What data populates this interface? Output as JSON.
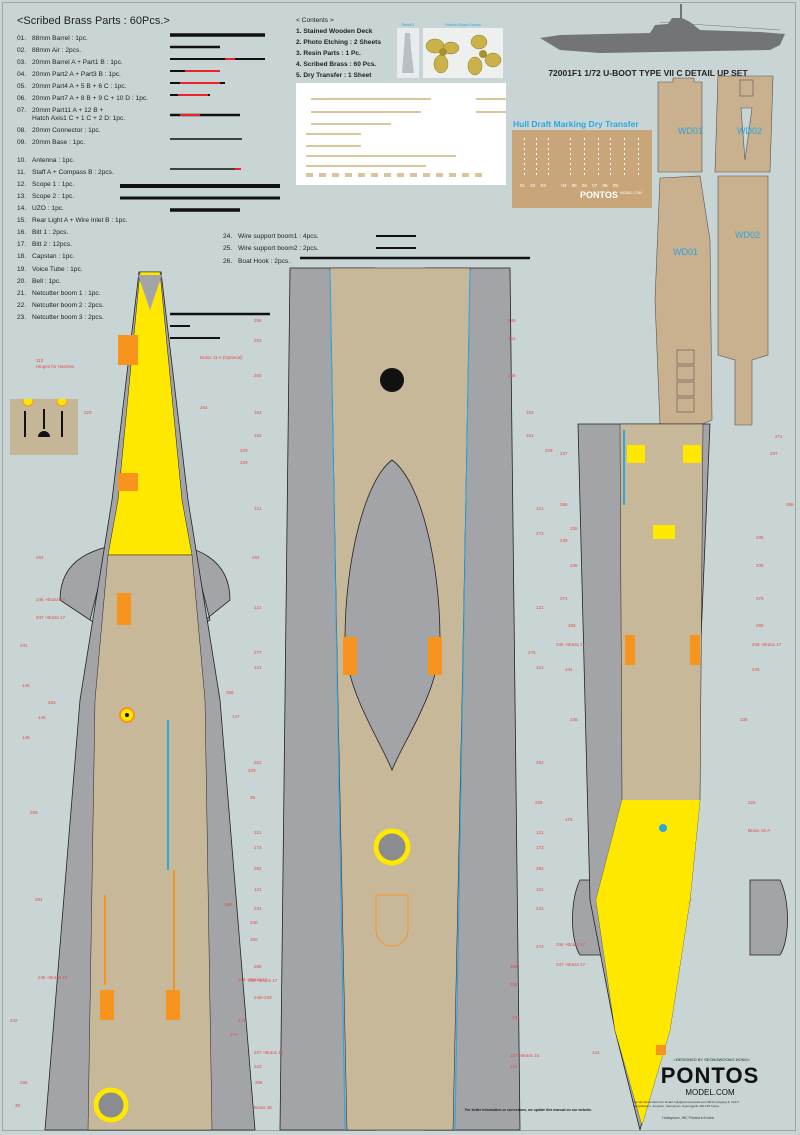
{
  "scribed_brass": {
    "title": "<Scribed Brass Parts : 60Pcs.>",
    "parts": [
      {
        "num": "01.",
        "label": "88mm Barrel : 1pc."
      },
      {
        "num": "02.",
        "label": "88mm Air : 2pcs."
      },
      {
        "num": "03.",
        "label": "20mm Barrel A + Part1 B : 1pc."
      },
      {
        "num": "04.",
        "label": "20mm Part2 A + Part3 B : 1pc."
      },
      {
        "num": "05.",
        "label": "20mm Part4 A + 5 B + 6 C : 1pc."
      },
      {
        "num": "06.",
        "label": "20mm Part7 A + 8 B + 9 C + 10 D : 1pc."
      },
      {
        "num": "07.",
        "label": "20mm Part11 A + 12 B +"
      },
      {
        "num": "",
        "label": "Hatch Axis1 C + 1 C + 2 D: 1pc."
      },
      {
        "num": "08.",
        "label": "20mm Connector : 1pc."
      },
      {
        "num": "09.",
        "label": "20mm Base : 1pc."
      },
      {
        "num": "10.",
        "label": "Antenna : 1pc."
      },
      {
        "num": "11.",
        "label": "Staff A + Compass B : 2pcs."
      },
      {
        "num": "12.",
        "label": "Scope 1 : 1pc."
      },
      {
        "num": "13.",
        "label": "Scope 2 : 1pc."
      },
      {
        "num": "14.",
        "label": "UZO : 1pc."
      },
      {
        "num": "15.",
        "label": "Rear Light A + Wire Inlet B : 1pc."
      },
      {
        "num": "16.",
        "label": "Bitt 1 : 2pcs."
      },
      {
        "num": "17.",
        "label": "Bitt 2 : 12pcs."
      },
      {
        "num": "18.",
        "label": "Capstan : 1pc."
      },
      {
        "num": "19.",
        "label": "Voice Tube : 1pc."
      },
      {
        "num": "20.",
        "label": "Bell : 1pc."
      },
      {
        "num": "21.",
        "label": "Netcutter boom 1 : 1pc."
      },
      {
        "num": "22.",
        "label": "Netcutter boom 2 : 2pcs."
      },
      {
        "num": "23.",
        "label": "Netcutter boom 3 : 2pcs."
      }
    ],
    "parts_extra": [
      {
        "num": "24.",
        "label": "Wire support boom1 : 4pcs."
      },
      {
        "num": "25.",
        "label": "Wire support boom2 : 2pcs."
      },
      {
        "num": "26.",
        "label": "Boat Hook : 2pcs."
      }
    ]
  },
  "contents": {
    "title": "< Contents >",
    "items": [
      "1. Stained Wooden Deck",
      "2. Photo Etching : 2 Sheets",
      "3. Resin Parts : 1 Pc.",
      "4. Scribed Brass : 60 Pcs.",
      "5. Dry Transfer : 1 Sheet"
    ],
    "resin_label": "Resin01",
    "propeller_label": "Polished Brass Screws"
  },
  "product_title": "72001F1   1/72 U-BOOT TYPE VII C DETAIL UP SET",
  "dry_transfer": {
    "title": "Hull Draft Marking Dry Transfer",
    "numbers": [
      "01",
      "02",
      "03",
      "04",
      "05",
      "06",
      "07",
      "08",
      "09"
    ],
    "brand": "PONTOS",
    "site": "MODEL.COM"
  },
  "wood_deck_labels": [
    "WD01",
    "WD02",
    "WD01",
    "WD02"
  ],
  "hinge_callout": {
    "num": "113",
    "label": "Hinges for Hatches"
  },
  "callouts_left": [
    "Brass 11-A (Optional)",
    "223",
    "264",
    "264",
    "264",
    "246 +Brass 17",
    "247 +Brass 17",
    "241",
    "146",
    "283",
    "145",
    "146",
    "268",
    "147",
    "269",
    "281",
    "284",
    "246 +Brass 17",
    "242",
    "246 +Brass 17",
    "243",
    "271",
    "286",
    "286",
    "38"
  ],
  "callouts_center": [
    "286",
    "286",
    "252",
    "251",
    "265",
    "266",
    "154",
    "153",
    "152",
    "151",
    "229",
    "229",
    "229",
    "121",
    "121",
    "273",
    "121",
    "121",
    "277",
    "276",
    "121",
    "121",
    "251",
    "252",
    "229",
    "229",
    "38",
    "121",
    "121",
    "173",
    "173",
    "282",
    "282",
    "121",
    "121",
    "231",
    "231",
    "230",
    "250",
    "272",
    "286",
    "286",
    "232",
    "246 +Brass 17",
    "248+249",
    "233",
    "227 +Brass 16",
    "227 +Brass 16",
    "222",
    "222",
    "Brass 26"
  ],
  "callouts_right": [
    "271",
    "237",
    "237",
    "286",
    "286",
    "236",
    "236",
    "239",
    "236",
    "236",
    "274",
    "275",
    "269",
    "268",
    "246 +Brass 17",
    "246 +Brass 17",
    "244",
    "245",
    "236",
    "236",
    "225",
    "175",
    "Brass 15-A",
    "246 +Brass 17",
    "247 +Brass 17",
    "144"
  ],
  "footer": {
    "note": "For better information or corrections, we update this manual on our website.",
    "designer": "<DESIGNED BY SEONGWOONG HONG>",
    "logo": "PONTOS",
    "logo_sub": "MODEL.COM",
    "address": "http://pontosmodel.com  Email: help@pontosmodel.com #R10 Jungang 5, 144-5 Sangdaewon, Jungwon, Seongnam, Gyeonggido 462-120 Korea",
    "printed": "Hobbyworx, INC  Printed in Korea"
  },
  "colors": {
    "background": "#c8d5d4",
    "deck": "#c7b89a",
    "hull_gray": "#a3a4a8",
    "yellow": "#ffe800",
    "orange": "#f7941d",
    "callout_red": "#e84a4a",
    "accent_blue": "#2aa6e0",
    "wood_tan": "#c9b08e"
  }
}
